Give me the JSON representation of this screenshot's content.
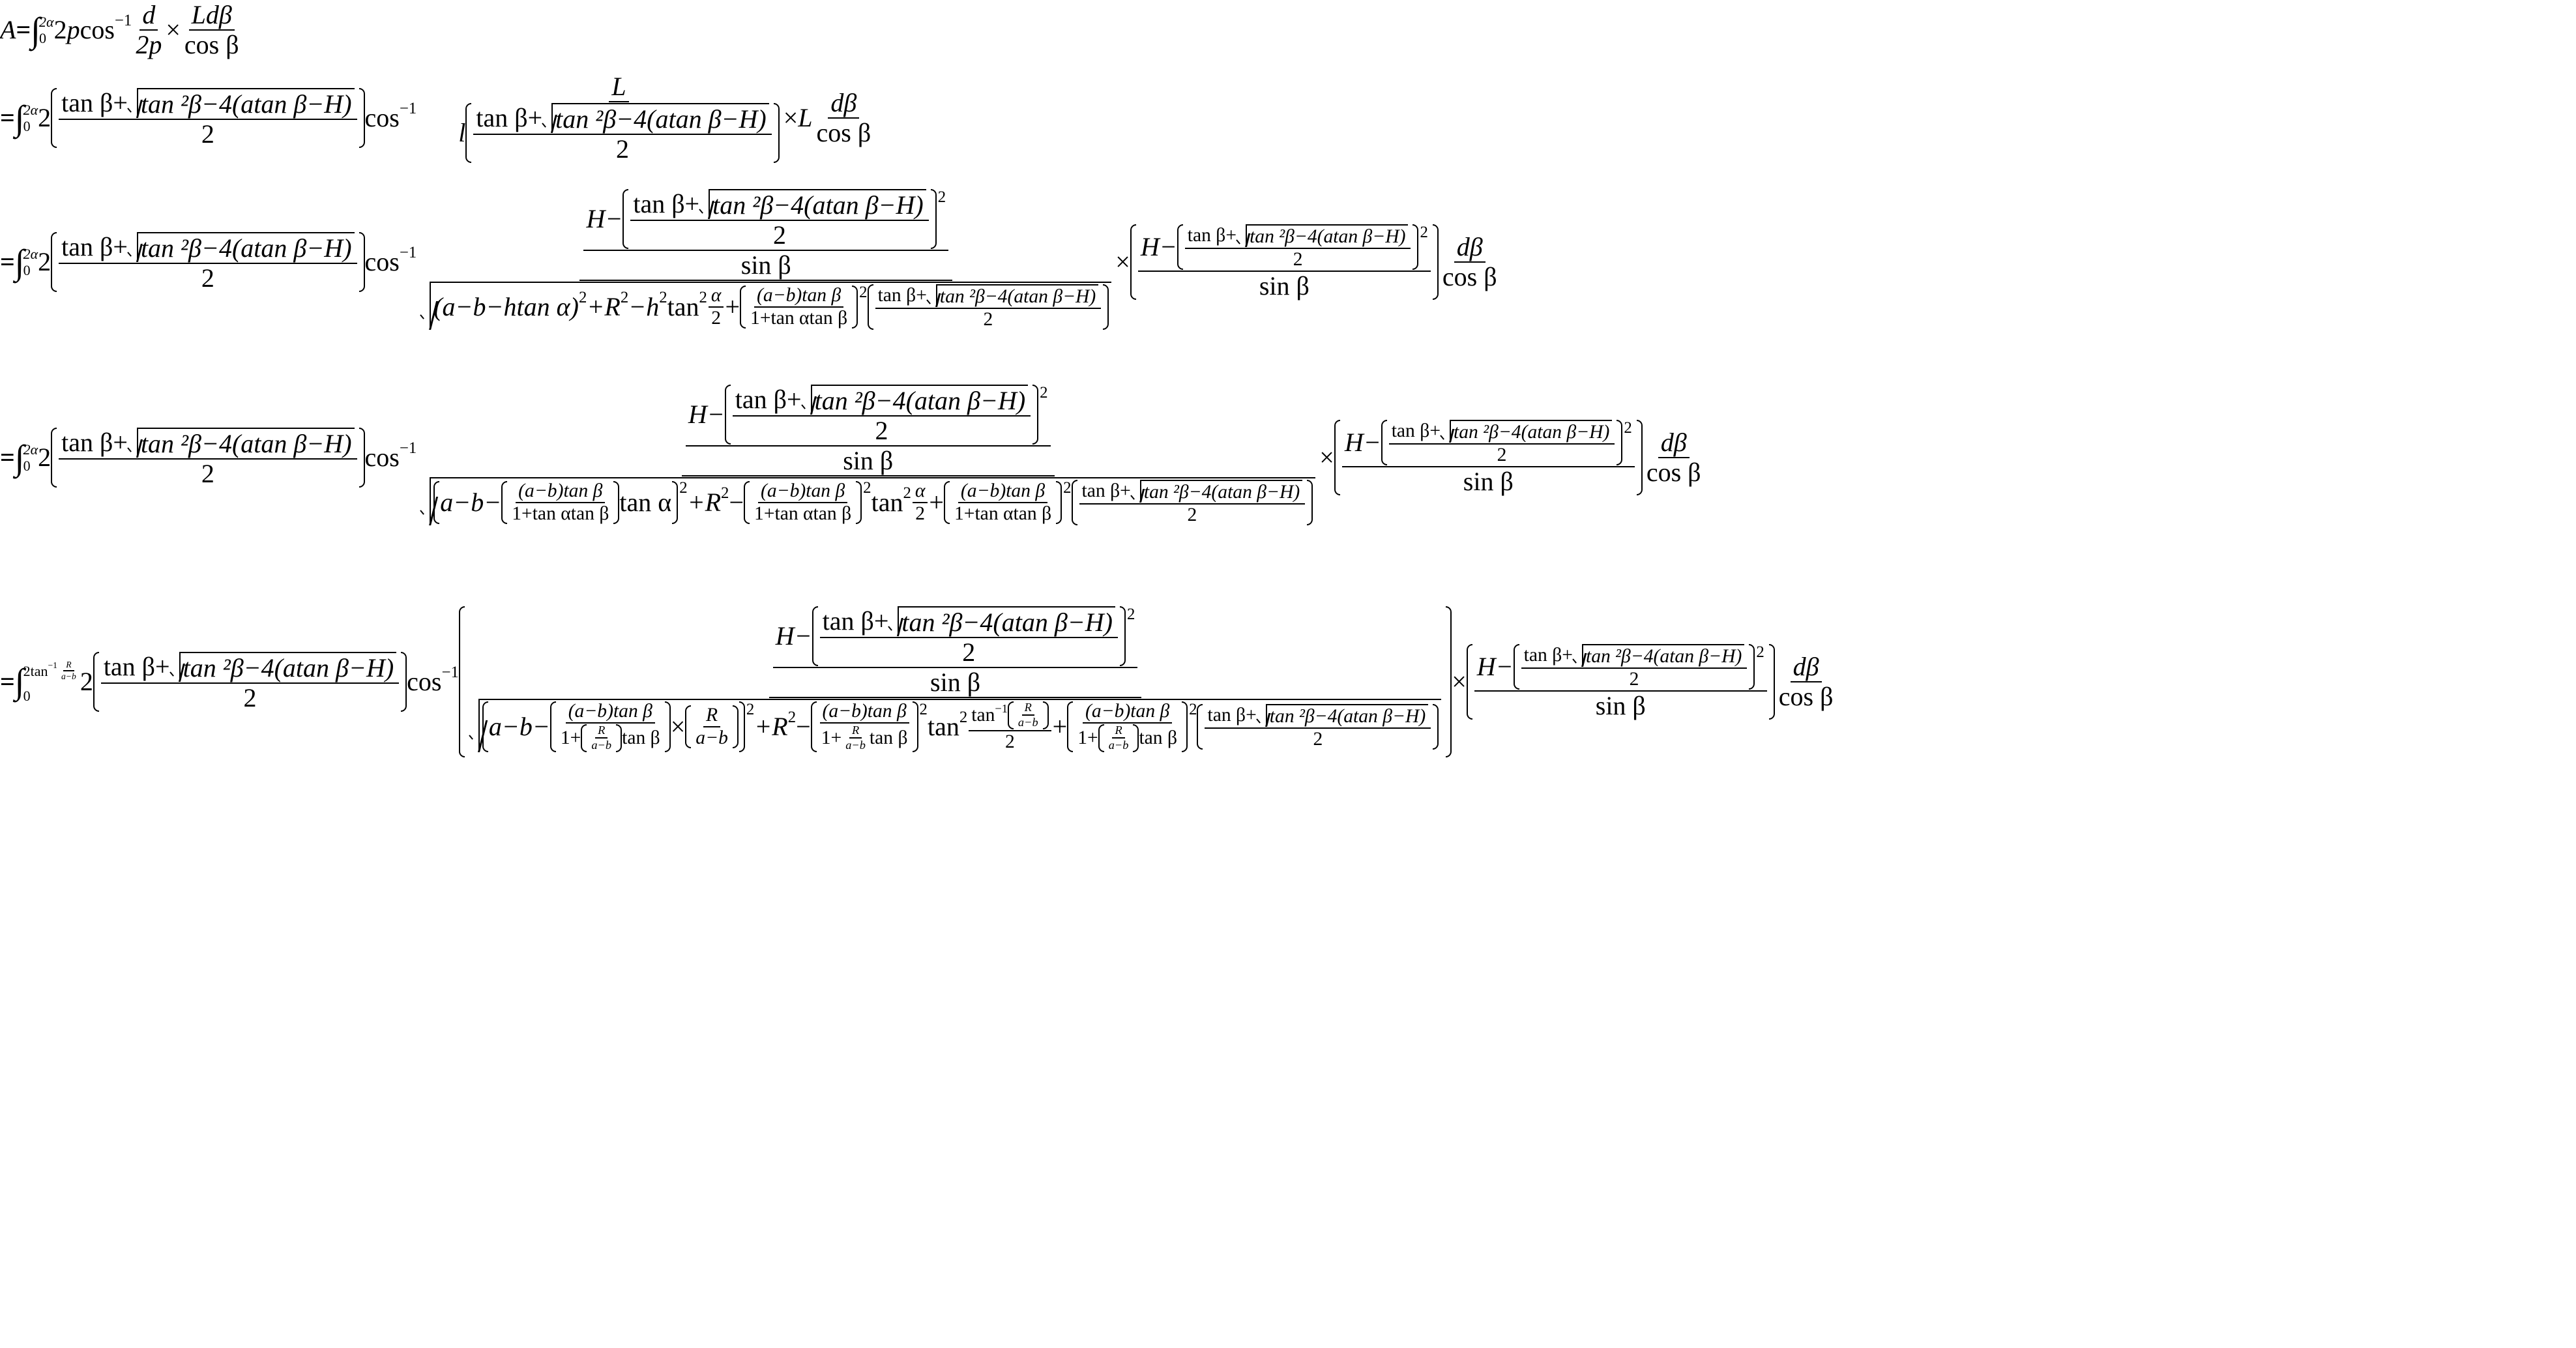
{
  "document": {
    "type": "handwritten-style math derivation (typeset)",
    "lines": [
      {
        "id": "line1",
        "lhs": "A",
        "relation": "=",
        "integral": {
          "lower": "0",
          "upper": "2α"
        },
        "tokens": [
          "2p",
          "cos",
          "−1",
          "d",
          "2p",
          "×",
          "Ldβ",
          "cos β"
        ]
      },
      {
        "id": "line2",
        "relation": "=",
        "integral": {
          "lower": "0",
          "upper": "2α"
        },
        "root_expr": "tan β+√(tan ²β−4(atan β−H))",
        "tokens": [
          "2",
          "cos",
          "−1",
          "L",
          "l",
          "×",
          "L",
          "dβ",
          "cos β"
        ]
      },
      {
        "id": "line3",
        "relation": "=",
        "integral": {
          "lower": "0",
          "upper": "2α"
        },
        "inner_sqrt": "(a−b−htan α)²+R²−h²tan ²(α/2)+((a−b)tan β/(1+tan αtan β))²",
        "numerator_head": "H−",
        "denominator": "sin β",
        "differential": "dβ",
        "diff_den": "cos β"
      },
      {
        "id": "line4",
        "relation": "=",
        "integral": {
          "lower": "0",
          "upper": "2α"
        },
        "inner_sqrt": "(a−b−((a−b)tan β/(1+tan αtan β))tan α)²+R²−((a−b)tan β/(1+tan αtan β))² tan ²(α/2)+((a−b)tan β/(1+tan αtan β))²",
        "numerator_head": "H−",
        "denominator": "sin β",
        "differential": "dβ",
        "diff_den": "cos β"
      },
      {
        "id": "line5",
        "relation": "=",
        "integral": {
          "lower": "0",
          "upper": "2tan⁻¹ R/(a−b)"
        },
        "numerator_head": "H−",
        "denominator": "sin β",
        "differential": "dβ",
        "diff_den": "cos β"
      }
    ],
    "symbols": {
      "A": "A",
      "eq": "=",
      "two": "2",
      "p": "p",
      "twop": "2p",
      "cos": "cos",
      "inv": "−1",
      "d": "d",
      "times": "×",
      "L": "L",
      "l": "l",
      "Ldb": "Ldβ",
      "db": "dβ",
      "cosb": "cos β",
      "sinb": "sin β",
      "H": "H−",
      "sq": "2",
      "tanb": "tan β+",
      "tan2b": "tan ²β−4(atan β−H)",
      "tan2b_alt": "tan ²β−4(atan β−H)",
      "amb": "(a−b)tan β",
      "den_ab": "1+tan αtan β",
      "lim0": "0",
      "lim2a": "2α",
      "lim5a": "2tan",
      "lim5b": "−1",
      "lim5R": "R",
      "lim5d": "a−b",
      "R": "R",
      "amb2": "a−b",
      "l3a": "(a−b−htan α)",
      "l3b": "+R",
      "l3c": "−h",
      "l3d": "tan ",
      "l3e": "α",
      "l3f": "+",
      "l4a": "a−b−",
      "l4b": "tan α",
      "l4c": "+R",
      "l4d": "−",
      "l4e": "tan ",
      "l4f": "+",
      "l5a": "a−b−",
      "l5b": "×",
      "l5c": "+R",
      "l5d": "−",
      "l5e": "tan ",
      "l5f": "tan",
      "l5g": "+",
      "one_plus": "1+",
      "tanb_s": "tan β"
    }
  }
}
